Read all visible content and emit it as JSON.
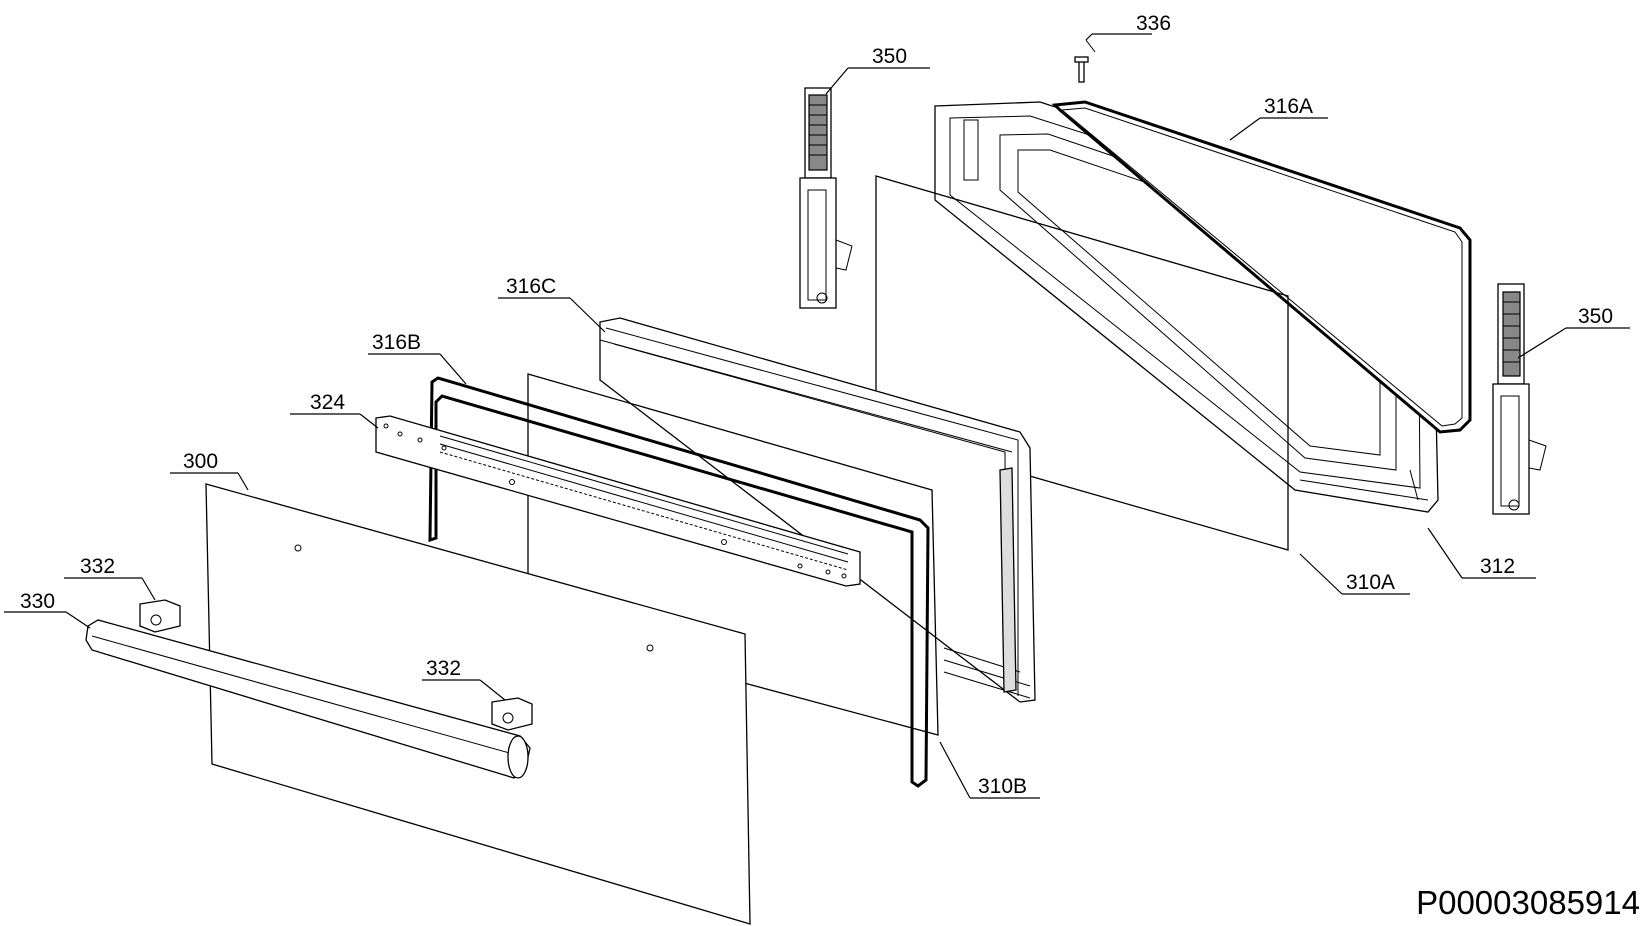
{
  "callouts": {
    "c336": "336",
    "c350_top": "350",
    "c316A": "316A",
    "c316C": "316C",
    "c316B": "316B",
    "c324": "324",
    "c300": "300",
    "c332_left": "332",
    "c330": "330",
    "c332_mid": "332",
    "c350_right": "350",
    "c310A": "310A",
    "c312": "312",
    "c310B": "310B"
  },
  "drawing_code": "P00003085914"
}
